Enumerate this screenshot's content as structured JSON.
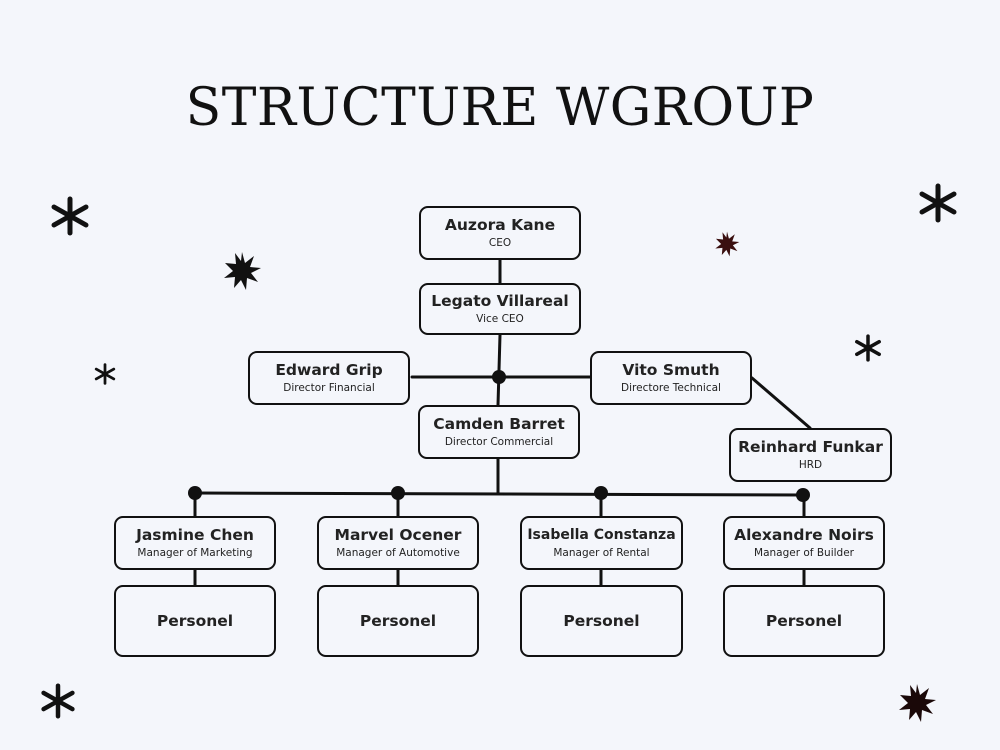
{
  "title": "STRUCTURE WGROUP",
  "nodes": {
    "ceo": {
      "name": "Auzora Kane",
      "role": "CEO"
    },
    "vice_ceo": {
      "name": "Legato Villareal",
      "role": "Vice CEO"
    },
    "financial": {
      "name": "Edward Grip",
      "role": "Director Financial"
    },
    "technical": {
      "name": "Vito Smuth",
      "role": "Directore Technical"
    },
    "commercial": {
      "name": "Camden Barret",
      "role": "Director Commercial"
    },
    "hrd": {
      "name": "Reinhard Funkar",
      "role": "HRD"
    },
    "managers": [
      {
        "name": "Jasmine Chen",
        "role": "Manager of Marketing"
      },
      {
        "name": "Marvel Ocener",
        "role": "Manager of Automotive"
      },
      {
        "name": "Isabella Constanza",
        "role": "Manager of Rental"
      },
      {
        "name": "Alexandre Noirs",
        "role": "Manager of Builder"
      }
    ],
    "personel_label": "Personel"
  },
  "colors": {
    "background": "#f4f6fb",
    "stroke": "#111111",
    "accent_star": "#3a0f0f"
  },
  "decorations": [
    "asterisk-icon",
    "starburst-icon"
  ]
}
